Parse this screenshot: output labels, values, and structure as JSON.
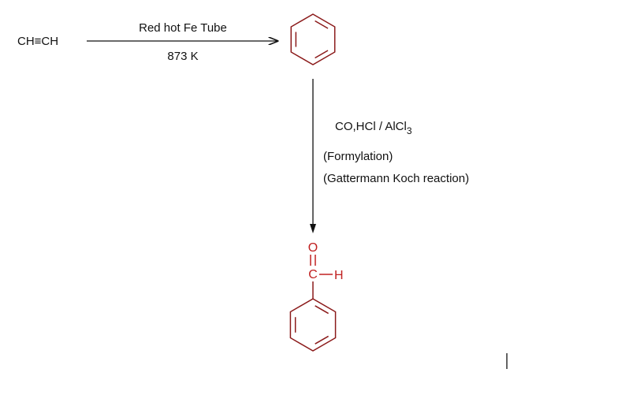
{
  "reactant": "CH≡CH",
  "step1": {
    "reagent": "Red hot Fe Tube",
    "condition": "873 K"
  },
  "step2": {
    "reagent": "CO,HCl / AlCl",
    "reagent_subscript": "3",
    "note1": "(Formylation)",
    "note2": "(Gattermann Koch reaction)"
  },
  "product_atoms": {
    "oxygen": "O",
    "carbon": "C",
    "hydrogen": "H"
  },
  "colors": {
    "ring": "#8b1a1a",
    "product": "#c02020",
    "text": "#111111"
  }
}
